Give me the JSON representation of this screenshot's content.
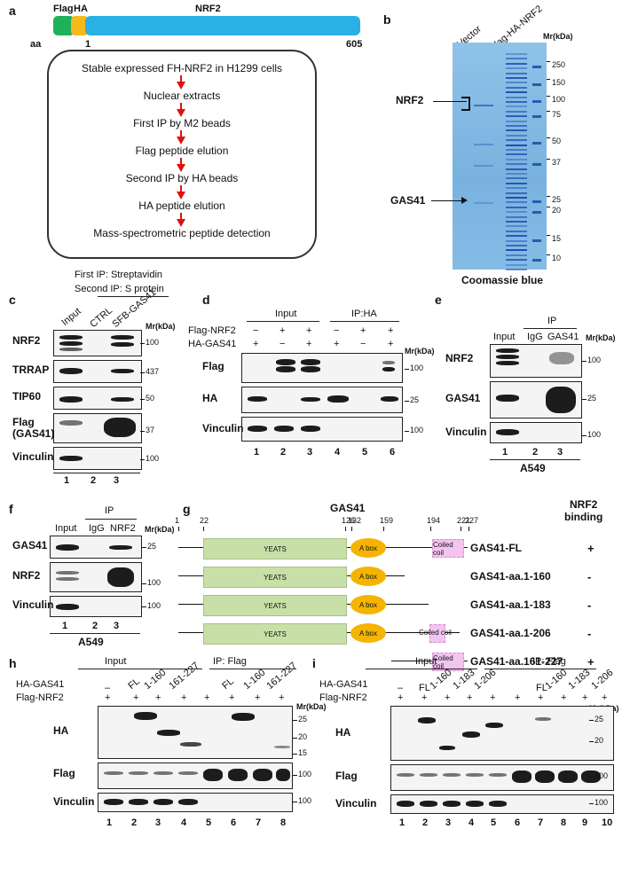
{
  "panel_labels": [
    "a",
    "b",
    "c",
    "d",
    "e",
    "f",
    "g",
    "h",
    "i"
  ],
  "a": {
    "tags": [
      "Flag",
      "HA"
    ],
    "protein": "NRF2",
    "aa_label": "aa",
    "start": "1",
    "end": "605",
    "steps": [
      "Stable expressed FH-NRF2 in H1299 cells",
      "Nuclear extracts",
      "First IP by M2 beads",
      "Flag peptide elution",
      "Second IP by HA beads",
      "HA peptide elution",
      "Mass-spectrometric peptide detection"
    ]
  },
  "b": {
    "lanes": [
      "Vector",
      "Flag-HA-NRF2"
    ],
    "mr": "Mr(kDa)",
    "markers": [
      "250",
      "150",
      "100",
      "75",
      "50",
      "37",
      "25",
      "20",
      "15",
      "10"
    ],
    "labels": [
      "NRF2",
      "GAS41"
    ],
    "stain": "Coomassie blue"
  },
  "c": {
    "ip1": "First IP: Streptavidin",
    "ip2": "Second IP: S protein",
    "lanes": [
      "Input",
      "CTRL",
      "SFB-GAS41"
    ],
    "mr": "Mr(kDa)",
    "rows": [
      "NRF2",
      "TRRAP",
      "TIP60",
      "Flag\n(GAS41)",
      "Vinculin"
    ],
    "sizes": [
      "100",
      "437",
      "50",
      "37",
      "100"
    ],
    "nums": [
      "1",
      "2",
      "3"
    ]
  },
  "d": {
    "groups": [
      "Input",
      "IP:HA"
    ],
    "conds": [
      "Flag-NRF2",
      "HA-GAS41"
    ],
    "signs1": [
      "−",
      "+",
      "+",
      "−",
      "+",
      "+"
    ],
    "signs2": [
      "+",
      "−",
      "+",
      "+",
      "−",
      "+"
    ],
    "mr": "Mr(kDa)",
    "rows": [
      "Flag",
      "HA",
      "Vinculin"
    ],
    "sizes": [
      "100",
      "25",
      "100"
    ],
    "nums": [
      "1",
      "2",
      "3",
      "4",
      "5",
      "6"
    ]
  },
  "e": {
    "ip": "IP",
    "lanes": [
      "Input",
      "IgG",
      "GAS41"
    ],
    "mr": "Mr(kDa)",
    "rows": [
      "NRF2",
      "GAS41",
      "Vinculin"
    ],
    "sizes": [
      "100",
      "25",
      "100"
    ],
    "nums": [
      "1",
      "2",
      "3"
    ],
    "cell": "A549"
  },
  "f": {
    "ip": "IP",
    "lanes": [
      "Input",
      "IgG",
      "NRF2"
    ],
    "mr": "Mr(kDa)",
    "rows": [
      "GAS41",
      "NRF2",
      "Vinculin"
    ],
    "sizes": [
      "25",
      "100",
      "100"
    ],
    "nums": [
      "1",
      "2",
      "3"
    ],
    "cell": "A549"
  },
  "g": {
    "title": "GAS41",
    "binding_header": "NRF2\nbinding",
    "positions": [
      "1",
      "22",
      "126",
      "132",
      "159",
      "194",
      "221",
      "227"
    ],
    "domains": {
      "yeats": "YEATS",
      "abox": "A box",
      "coil": "Coiled coil"
    },
    "constructs": [
      {
        "name": "GAS41-FL",
        "binding": "+"
      },
      {
        "name": "GAS41-aa.1-160",
        "binding": "-"
      },
      {
        "name": "GAS41-aa.1-183",
        "binding": "-"
      },
      {
        "name": "GAS41-aa.1-206",
        "binding": "-"
      },
      {
        "name": "GAS41-aa.161-227",
        "binding": "+"
      }
    ]
  },
  "h": {
    "groups": [
      "Input",
      "IP: Flag"
    ],
    "conds": [
      "HA-GAS41",
      "Flag-NRF2"
    ],
    "lanes": [
      "–",
      "FL",
      "1-160",
      "161-227",
      "FL",
      "1-160",
      "161-227"
    ],
    "plus": [
      "+",
      "+",
      "+",
      "+",
      "+",
      "+",
      "+",
      "+"
    ],
    "mr": "Mr(kDa)",
    "rows": [
      "HA",
      "Flag",
      "Vinculin"
    ],
    "ha_sizes": [
      "25",
      "20",
      "15"
    ],
    "sizes": [
      "100",
      "100"
    ],
    "nums": [
      "1",
      "2",
      "3",
      "4",
      "5",
      "6",
      "7",
      "8"
    ]
  },
  "i": {
    "groups": [
      "Input",
      "IP: Flag"
    ],
    "conds": [
      "HA-GAS41",
      "Flag-NRF2"
    ],
    "lanes": [
      "–",
      "FL",
      "1-160",
      "1-183",
      "1-206",
      "FL",
      "1-160",
      "1-183",
      "1-206"
    ],
    "plus": [
      "+",
      "+",
      "+",
      "+",
      "+",
      "+",
      "+",
      "+",
      "+",
      "+"
    ],
    "mr": "Mr(kDa)",
    "rows": [
      "HA",
      "Flag",
      "Vinculin"
    ],
    "ha_sizes": [
      "25",
      "20"
    ],
    "sizes": [
      "100",
      "100"
    ],
    "nums": [
      "1",
      "2",
      "3",
      "4",
      "5",
      "6",
      "7",
      "8",
      "9",
      "10"
    ]
  },
  "colors": {
    "green": "#1fb05a",
    "yellow": "#f7b81a",
    "blue": "#2bb0e6",
    "gel": "#7fb7e0",
    "yeats": "#c9dfa8",
    "abox": "#f4b400",
    "coil": "#f3c4f0",
    "arrow": "#e01010"
  }
}
